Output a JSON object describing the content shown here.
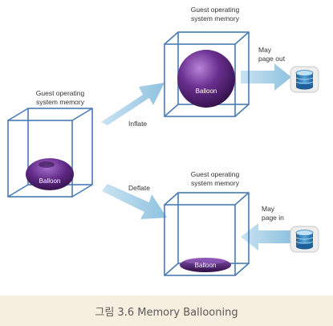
{
  "figure": {
    "caption": "그림 3.6 Memory Ballooning",
    "colors": {
      "cube_edge": "#4a7bb3",
      "arrow": "#a9cfe6",
      "balloon_dark": "#3a1552",
      "balloon_light": "#a06cc8",
      "disk_top": "#bfe2f5",
      "disk_body": "#2f7fc0",
      "caption_bg": "#f6eedf"
    },
    "left": {
      "label_line1": "Guest operating",
      "label_line2": "system memory",
      "balloon_label": "Balloon"
    },
    "top": {
      "label_line1": "Guest operating",
      "label_line2": "system memory",
      "balloon_label": "Balloon",
      "paging_line1": "May",
      "paging_line2": "page out"
    },
    "bottom": {
      "label_line1": "Guest operating",
      "label_line2": "system memory",
      "balloon_label": "Balloon",
      "paging_line1": "May",
      "paging_line2": "page in"
    },
    "arrows": {
      "inflate_label": "Inflate",
      "deflate_label": "Deflate"
    }
  }
}
